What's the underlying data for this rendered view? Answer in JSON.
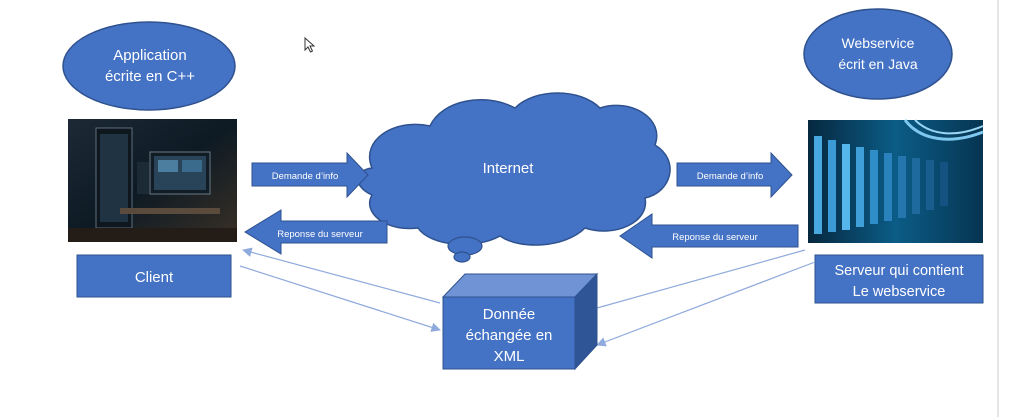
{
  "client_app": {
    "line1": "Application",
    "line2": "écrite en C++"
  },
  "server_app": {
    "line1": "Webservice",
    "line2": "écrit en Java"
  },
  "cloud": {
    "label": "Internet"
  },
  "arrows": {
    "request_left": "Demande d’info",
    "response_left": "Reponse du serveur",
    "request_right": "Demande d’info",
    "response_right": "Reponse du serveur"
  },
  "client_label": "Client",
  "server_label": {
    "line1": "Serveur qui contient",
    "line2": "Le webservice"
  },
  "data_box": {
    "line1": "Donnée",
    "line2": "échangée en",
    "line3": "XML"
  },
  "colors": {
    "fill": "#4472c4",
    "stroke": "#2f528f",
    "thin_arrow": "#8faadc"
  },
  "icons": {
    "pointer": "mouse-pointer-icon"
  }
}
